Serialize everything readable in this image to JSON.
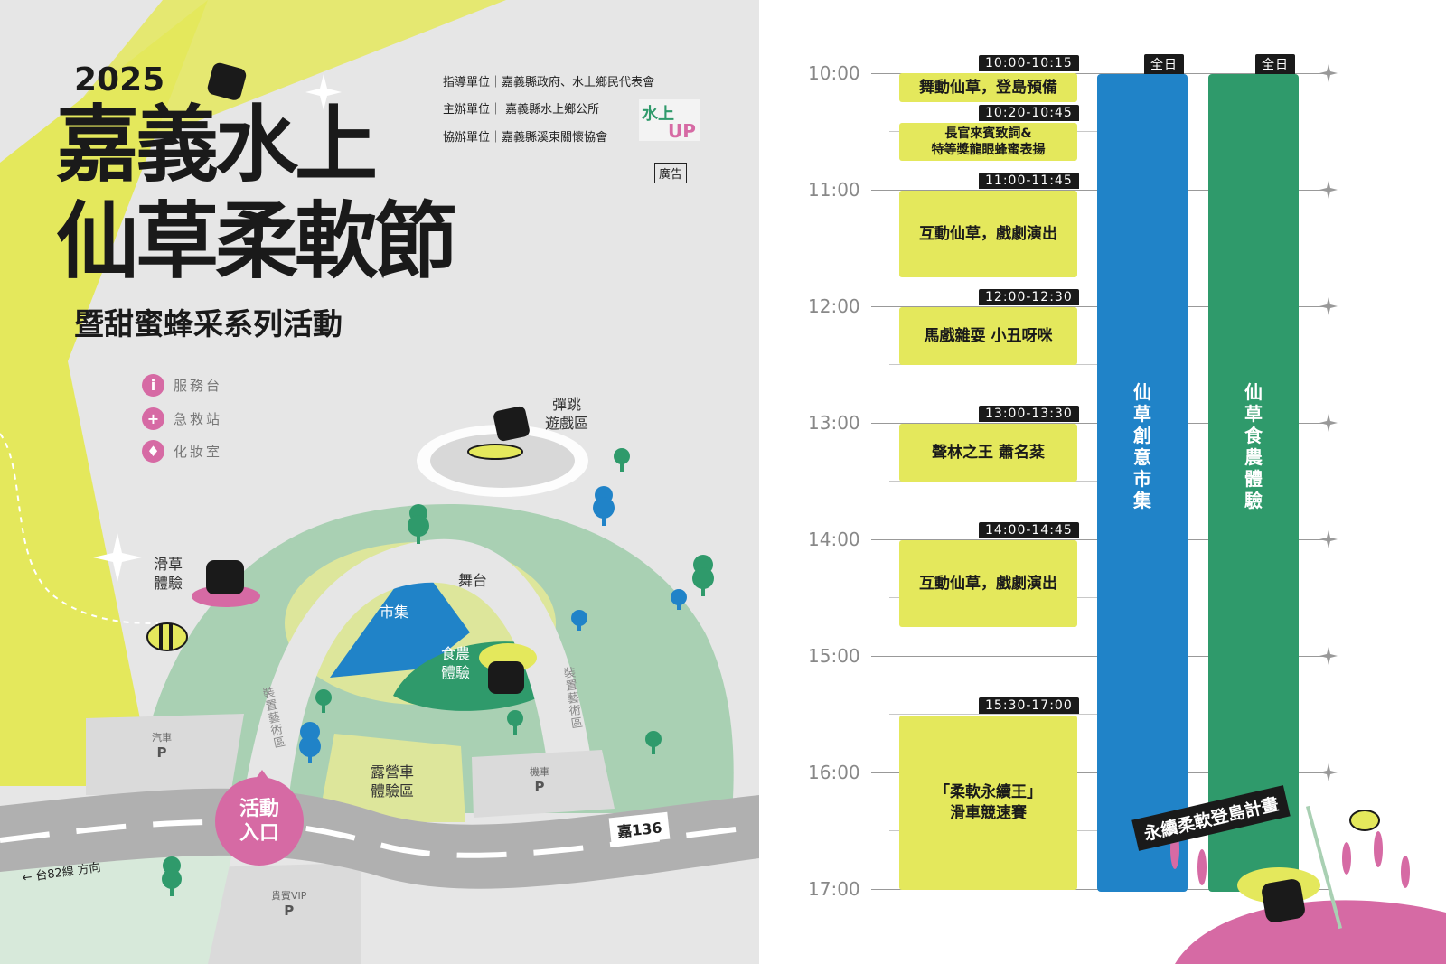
{
  "poster": {
    "year": "2025",
    "title_line1": "嘉義水上",
    "title_line2": "仙草柔軟節",
    "subtitle": "暨甜蜜蜂采系列活動",
    "credits": [
      "指導單位｜嘉義縣政府、水上鄉民代表會",
      "主辦單位｜ 嘉義縣水上鄉公所",
      "協辦單位｜嘉義縣溪東關懷協會"
    ],
    "ad_label": "廣告",
    "logo_text": "水上UP"
  },
  "legend": [
    {
      "icon": "info-icon",
      "glyph": "i",
      "label": "服務台"
    },
    {
      "icon": "first-aid-icon",
      "glyph": "+",
      "label": "急救站"
    },
    {
      "icon": "restroom-icon",
      "glyph": "♦",
      "label": "化妝室"
    }
  ],
  "map": {
    "trampoline": "彈跳\n遊戲區",
    "grass_slide": "滑草\n體驗",
    "stage": "舞台",
    "market": "市集",
    "food_farm": "食農\n體驗",
    "art_left": "裝置藝術區",
    "art_right": "裝置藝術區",
    "camper": "露營車\n體驗區",
    "entrance": "活動\n入口",
    "road_sign": "嘉136",
    "direction": "← 台82線 方向",
    "car_parking": "汽車",
    "moto_parking": "機車",
    "vip_parking": "貴賓VIP",
    "parking_symbol": "P"
  },
  "schedule": {
    "hours": [
      "10:00",
      "11:00",
      "12:00",
      "13:00",
      "14:00",
      "15:00",
      "16:00",
      "17:00"
    ],
    "events": [
      {
        "time": "10:00-10:15",
        "title": "舞動仙草，登島預備"
      },
      {
        "time": "10:20-10:45",
        "title": "長官來賓致詞&\n特等獎龍眼蜂蜜表揚"
      },
      {
        "time": "11:00-11:45",
        "title": "互動仙草，戲劇演出"
      },
      {
        "time": "12:00-12:30",
        "title": "馬戲雜耍 小丑呀咪"
      },
      {
        "time": "13:00-13:30",
        "title": "聲林之王 蕭名棻"
      },
      {
        "time": "14:00-14:45",
        "title": "互動仙草，戲劇演出"
      },
      {
        "time": "15:30-17:00",
        "title": "「柔軟永續王」\n滑車競速賽"
      }
    ],
    "all_day": [
      {
        "tag": "全日",
        "title": "仙草創意市集",
        "color": "#2083c8"
      },
      {
        "tag": "全日",
        "title": "仙草食農體驗",
        "color": "#2f9a6b"
      }
    ],
    "banner": "永續柔軟登島計畫"
  },
  "colors": {
    "yellow": "#e4e85c",
    "blue": "#2083c8",
    "green": "#2f9a6b",
    "pink": "#d66aa4",
    "map_green": "#a9d0b3"
  }
}
